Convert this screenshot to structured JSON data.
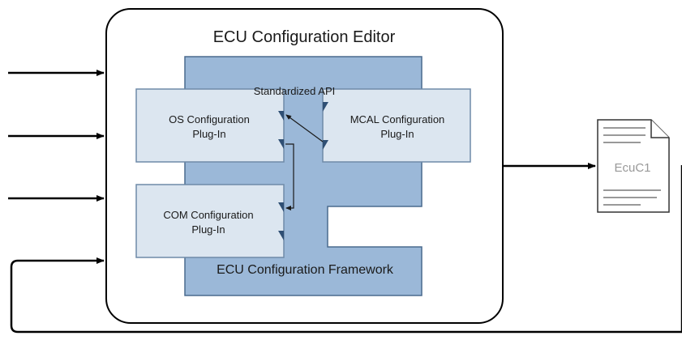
{
  "editor": {
    "title": "ECU Configuration Editor"
  },
  "api": {
    "label": "Standardized API"
  },
  "framework": {
    "label": "ECU Configuration Framework"
  },
  "plugins": {
    "os": {
      "line1": "OS Configuration",
      "line2": "Plug-In"
    },
    "mcal": {
      "line1": "MCAL Configuration",
      "line2": "Plug-In"
    },
    "com": {
      "line1": "COM Configuration",
      "line2": "Plug-In"
    }
  },
  "output_document": {
    "label": "EcuC1"
  },
  "colors": {
    "framework_fill": "#9bb8d8",
    "framework_stroke": "#4a6a8e",
    "plugin_fill": "#dce6f0",
    "plugin_stroke": "#6f8aa8",
    "connector": "#2f4f74",
    "arrow": "#000000",
    "document_text": "#999999"
  }
}
